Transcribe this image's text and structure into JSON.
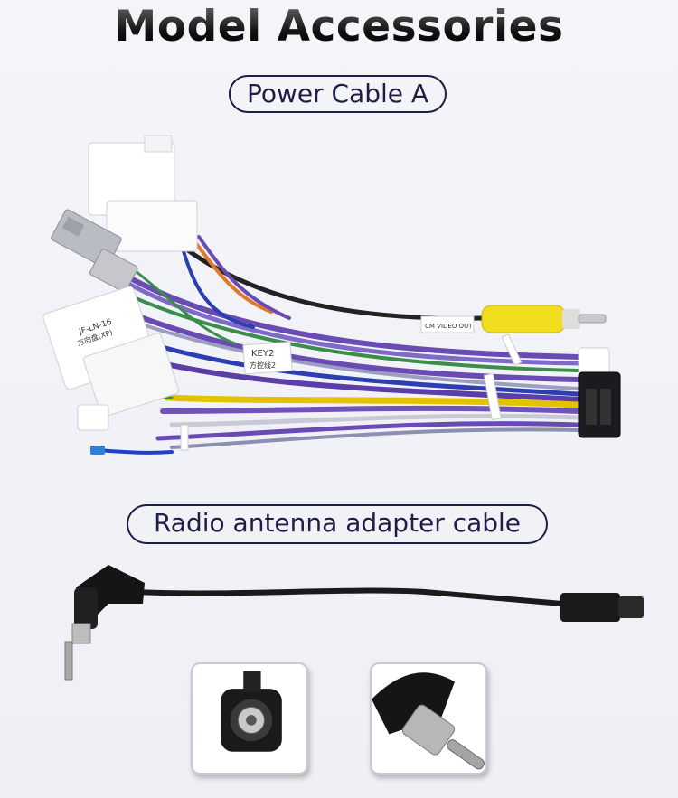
{
  "page": {
    "title": "Model Accessories"
  },
  "sections": {
    "power_cable": {
      "label": "Power Cable A",
      "connector_labels": {
        "white_plug": "JF-LN-16",
        "white_plug_sub": "方向盘(XP)",
        "tag_key": "KEY2",
        "tag_key_sub": "方控线2",
        "tag_video": "CM VIDEO OUT"
      }
    },
    "antenna_cable": {
      "label": "Radio antenna adapter cable"
    }
  },
  "colors": {
    "pill_border": "#1e1d45",
    "rca_yellow": "#f1dd1f",
    "wire_purple": "#6a4bb3",
    "wire_blue": "#2d3fb0",
    "wire_green": "#3b8e4a"
  }
}
